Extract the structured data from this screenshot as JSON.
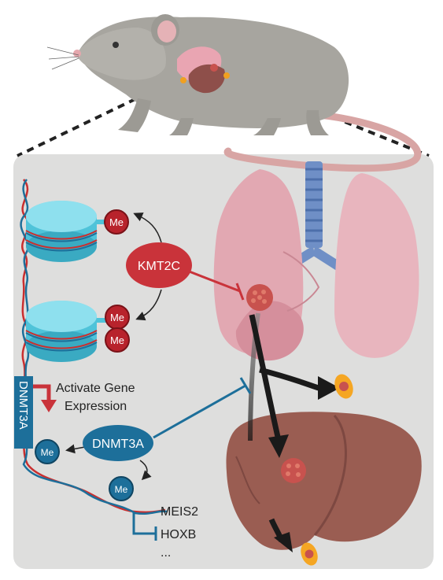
{
  "labels": {
    "me_1": "Me",
    "me_2a": "Me",
    "me_2b": "Me",
    "me_3": "Me",
    "me_4": "Me",
    "kmt2c": "KMT2C",
    "dnmt3a_oval": "DNMT3A",
    "dnmt3a_vertical": "DNMT3A",
    "activate_line1": "Activate Gene",
    "activate_line2": "Expression",
    "gene_meis2": "MEIS2",
    "gene_hoxb": "HOXB",
    "gene_more": "..."
  },
  "colors": {
    "panel_bg": "#dededd",
    "kmt2c_red": "#c9333a",
    "me_red": "#b8232c",
    "dnmt3a_blue": "#1d6f9a",
    "nucleosome_cyan": "#4fc3d9",
    "lung_pink": "#e2a8b2",
    "liver_brown": "#9a5d52",
    "tumor_red": "#c8524e",
    "mouse_gray": "#a7a59f"
  },
  "icons": [
    "mouse-icon",
    "lung-icon",
    "liver-icon",
    "tumor-icon",
    "nucleosome-icon",
    "dna-strand-icon",
    "metastatic-cell-icon"
  ]
}
